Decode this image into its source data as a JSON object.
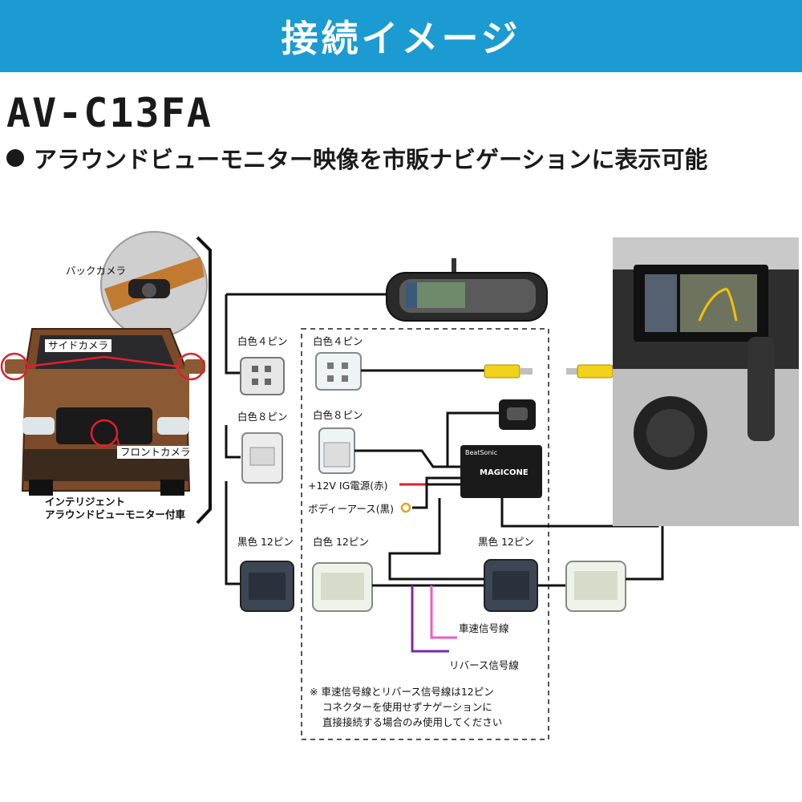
{
  "banner": {
    "title": "接続イメージ",
    "color": "#1b9bd1"
  },
  "product": {
    "model": "AV-C13FA",
    "subtitle": "アラウンドビューモニター映像を市販ナビゲーションに表示可能"
  },
  "vehicle": {
    "back_camera": "バックカメラ",
    "side_camera": "サイドカメラ",
    "front_camera": "フロントカメラ",
    "note_line1": "インテリジェント",
    "note_line2": "アラウンドビューモニター付車"
  },
  "connectors": {
    "vehicle_white4": "白色４ピン",
    "vehicle_white8": "白色８ピン",
    "vehicle_black12": "黒色 12ピン",
    "kit_white4": "白色４ピン",
    "kit_white8": "白色８ピン",
    "kit_white12": "白色 12ピン",
    "kit_black12": "黒色 12ピン"
  },
  "wiring": {
    "ig_power": "+12V IG電源(赤)",
    "body_ground": "ボディーアース(黒)",
    "speed_signal": "車速信号線",
    "reverse_signal": "リバース信号線"
  },
  "module": {
    "brand": "BeatSonic",
    "name": "MAGICONE"
  },
  "footnote": {
    "line1": "※ 車速信号線とリバース信号線は12ピン",
    "line2": "コネクターを使用せずナゲーションに",
    "line3": "直接接続する場合のみ使用してください"
  },
  "colors": {
    "red_wire": "#e0202a",
    "orange_terminal": "#e8a020",
    "pink_wire": "#e85cc8",
    "purple_wire": "#7a2aa8",
    "rca_yellow": "#f2d21a",
    "camera_circle": "#e0202a"
  }
}
